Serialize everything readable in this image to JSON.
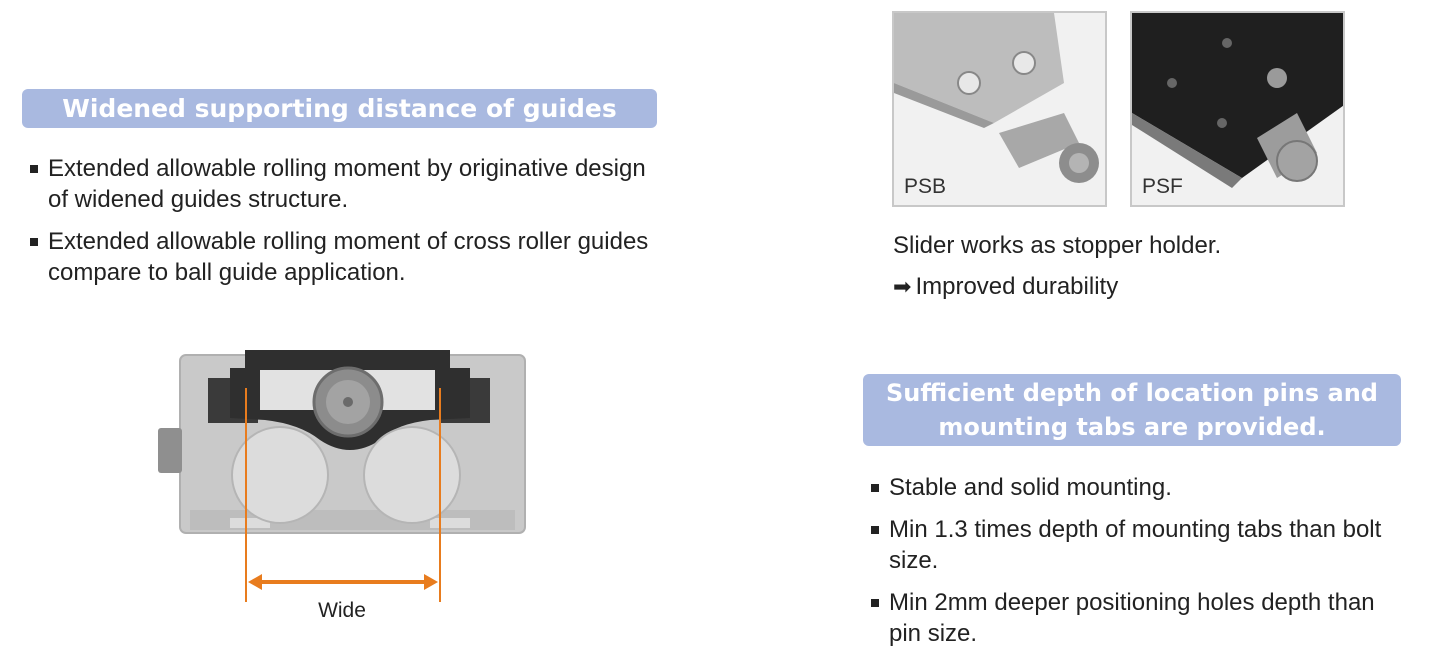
{
  "left": {
    "heading": "Widened supporting distance of guides",
    "bullets": [
      "Extended allowable rolling moment by originative design of widened guides structure.",
      "Extended allowable rolling moment of cross roller guides compare to ball guide application."
    ],
    "diagram": {
      "dimension_label": "Wide"
    }
  },
  "right": {
    "photos": [
      {
        "caption": "PSB"
      },
      {
        "caption": "PSF"
      }
    ],
    "slider_note": "Slider works as stopper holder.",
    "durability_note": "Improved durability",
    "heading_line1": "Sufficient depth of location pins and",
    "heading_line2": "mounting tabs are provided.",
    "bullets": [
      "Stable and solid mounting.",
      "Min 1.3 times depth of mounting tabs than bolt size.",
      "Min 2mm deeper positioning holes depth than pin size."
    ]
  },
  "colors": {
    "heading_bg": "#a9b9e0",
    "dimension_arrow": "#e87c1e"
  },
  "icons": {
    "arrow": "arrow-right-icon"
  }
}
